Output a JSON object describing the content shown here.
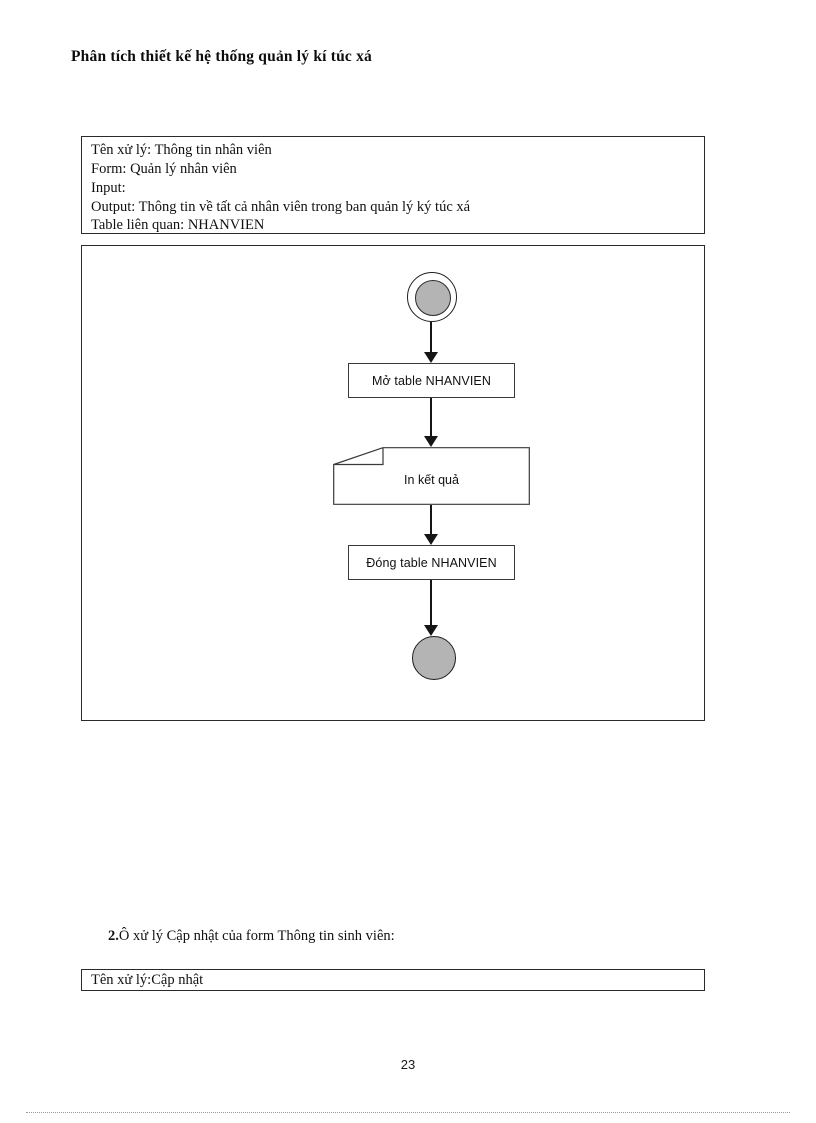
{
  "document": {
    "title": "Phân tích thiết kế hệ thống quản lý kí túc xá",
    "page_number": "23"
  },
  "process_card": {
    "lines": [
      "Tên xử lý: Thông tin nhân viên",
      "Form: Quản lý nhân viên",
      "Input:",
      "Output: Thông tin về tất cả nhân viên trong ban quản lý ký túc xá",
      "Table liên quan: NHANVIEN"
    ]
  },
  "activity_diagram": {
    "nodes": [
      {
        "id": "start",
        "type": "initial-node",
        "label": ""
      },
      {
        "id": "open-table",
        "type": "action",
        "label": "Mở table NHANVIEN"
      },
      {
        "id": "print-result",
        "type": "document",
        "label": "In kết quả"
      },
      {
        "id": "close-table",
        "type": "action",
        "label": "Đóng table NHANVIEN"
      },
      {
        "id": "end",
        "type": "final-node",
        "label": ""
      }
    ],
    "edges": [
      {
        "from": "start",
        "to": "open-table"
      },
      {
        "from": "open-table",
        "to": "print-result"
      },
      {
        "from": "print-result",
        "to": "close-table"
      },
      {
        "from": "close-table",
        "to": "end"
      }
    ],
    "colors": {
      "node_fill": "#ffffff",
      "marker_fill": "#b4b4b4",
      "stroke": "#2a2a2a"
    }
  },
  "section_2": {
    "number": "2.",
    "caption": "Ô xử lý Cập nhật của form Thông tin sinh viên:",
    "box_text": "Tên xử lý:Cập nhật"
  }
}
